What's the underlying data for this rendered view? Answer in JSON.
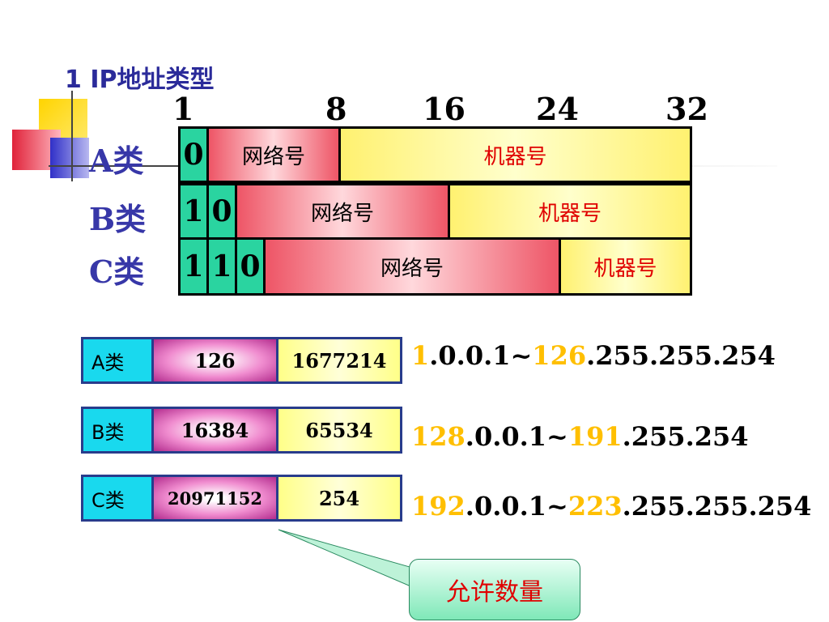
{
  "title": "1 IP地址类型",
  "bit_positions": [
    "1",
    "8",
    "16",
    "24",
    "32"
  ],
  "classes": [
    {
      "label": "A类",
      "bits": [
        "0"
      ],
      "network": "网络号",
      "host": "机器号"
    },
    {
      "label": "B类",
      "bits": [
        "1",
        "0"
      ],
      "network": "网络号",
      "host": "机器号"
    },
    {
      "label": "C类",
      "bits": [
        "1",
        "1",
        "0"
      ],
      "network": "网络号",
      "host": "机器号"
    }
  ],
  "table": [
    {
      "name": "A类",
      "networks": "126",
      "hosts": "1677214",
      "range_a": "1",
      "range_b": ".0.0.1~",
      "range_c": "126",
      "range_d": ".255.255.254"
    },
    {
      "name": "B类",
      "networks": "16384",
      "hosts": "65534",
      "range_a": "128",
      "range_b": ".0.0.1~",
      "range_c": "191",
      "range_d": ".255.254"
    },
    {
      "name": "C类",
      "networks": "20971152",
      "hosts": "254",
      "range_a": "192",
      "range_b": ".0.0.1~",
      "range_c": "223",
      "range_d": ".255.255.254"
    }
  ],
  "callout": "允许数量",
  "colors": {
    "title": "#2b2b9a",
    "bit_cell": "#2ad4a0",
    "host_text": "#e00000",
    "highlight": "#ffbf00",
    "table_border": "#283c8c"
  }
}
